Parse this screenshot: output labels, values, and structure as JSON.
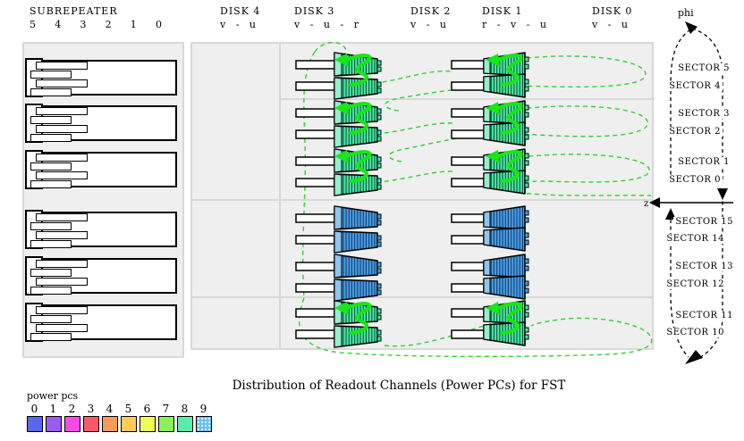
{
  "header": {
    "subrepeater": {
      "title": "SUBREPEATER",
      "channels": [
        "5",
        "4",
        "3",
        "2",
        "1",
        "0"
      ]
    },
    "disks": [
      {
        "label": "DISK 4",
        "layers": "v - u"
      },
      {
        "label": "DISK 3",
        "layers": "v - u - r"
      },
      {
        "label": "DISK 2",
        "layers": "v - u"
      },
      {
        "label": "DISK 1",
        "layers": "r - v - u"
      },
      {
        "label": "DISK 0",
        "layers": "v - u"
      }
    ]
  },
  "axes": {
    "phi_label": "phi",
    "z_label": "z"
  },
  "sectors_top": [
    "SECTOR 5",
    "SECTOR 4",
    "SECTOR 3",
    "SECTOR 2",
    "SECTOR 1",
    "SECTOR 0"
  ],
  "sectors_bottom": [
    "SECTOR 15",
    "SECTOR 14",
    "SECTOR 13",
    "SECTOR 12",
    "SECTOR 11",
    "SECTOR 10"
  ],
  "detector_panel": {
    "subrepeater_board_count": 6,
    "disk3_unit_colors": [
      "green",
      "green",
      "green",
      "blue",
      "blue",
      "green"
    ],
    "disk1_unit_colors": [
      "green",
      "green",
      "green",
      "blue",
      "blue",
      "green"
    ]
  },
  "legend": {
    "title": "power pcs",
    "entries": [
      {
        "label": "0",
        "color": "#5a66ee"
      },
      {
        "label": "1",
        "color": "#9a5cf0"
      },
      {
        "label": "2",
        "color": "#fb4ae8"
      },
      {
        "label": "3",
        "color": "#f85a68"
      },
      {
        "label": "4",
        "color": "#fb9a58"
      },
      {
        "label": "5",
        "color": "#fbcc5a"
      },
      {
        "label": "6",
        "color": "#eefb58"
      },
      {
        "label": "7",
        "color": "#8cf058"
      },
      {
        "label": "8",
        "color": "#58eeaa"
      },
      {
        "label": "9",
        "color": "#6cc0f0"
      }
    ]
  },
  "caption": "Distribution of Readout Channels (Power PCs) for FST",
  "colors": {
    "panel_bg": "#efefef",
    "panel_line": "#d8d8d8",
    "green_fill": "#4ce9a6",
    "green_band": "#8ff2cd",
    "green_stripe": "#0f4f38",
    "blue_fill": "#4aa0e4",
    "blue_band": "#8cc6f0",
    "blue_stripe": "#143a6b",
    "link_green": "#2fd32f",
    "arrow_green": "#17e617"
  }
}
